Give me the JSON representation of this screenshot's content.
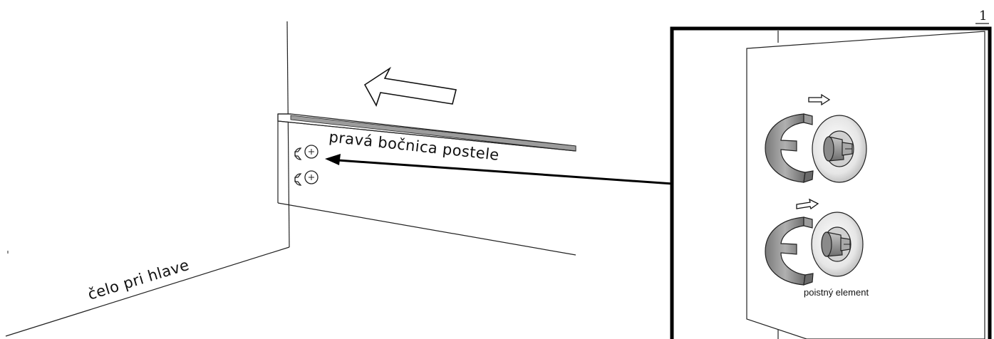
{
  "labels": {
    "step_number": "1",
    "right_side_rail": "pravá bočnica postele",
    "headboard": "čelo pri hlave",
    "locking_element": "poistný element"
  },
  "colors": {
    "line": "#222222",
    "panel_shade": "#9c9c9c",
    "cap_dark": "#5a5a5a",
    "cap_mid": "#8a8a8a"
  }
}
